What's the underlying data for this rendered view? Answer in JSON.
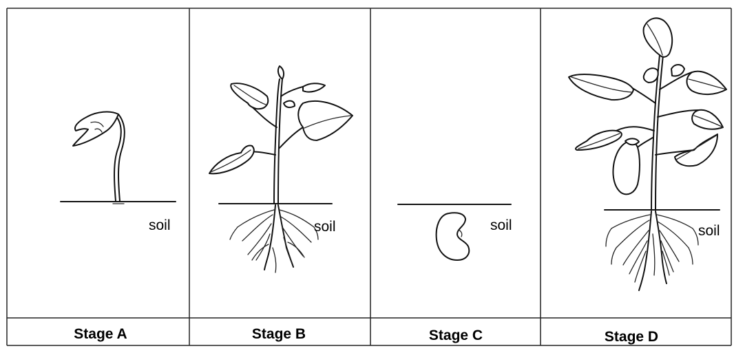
{
  "stages": [
    {
      "label": "Stage A",
      "soil_label": "soil"
    },
    {
      "label": "Stage B",
      "soil_label": "soil"
    },
    {
      "label": "Stage C",
      "soil_label": "soil"
    },
    {
      "label": "Stage D",
      "soil_label": "soil"
    }
  ],
  "colors": {
    "ink": "#111111",
    "background": "#ffffff"
  }
}
